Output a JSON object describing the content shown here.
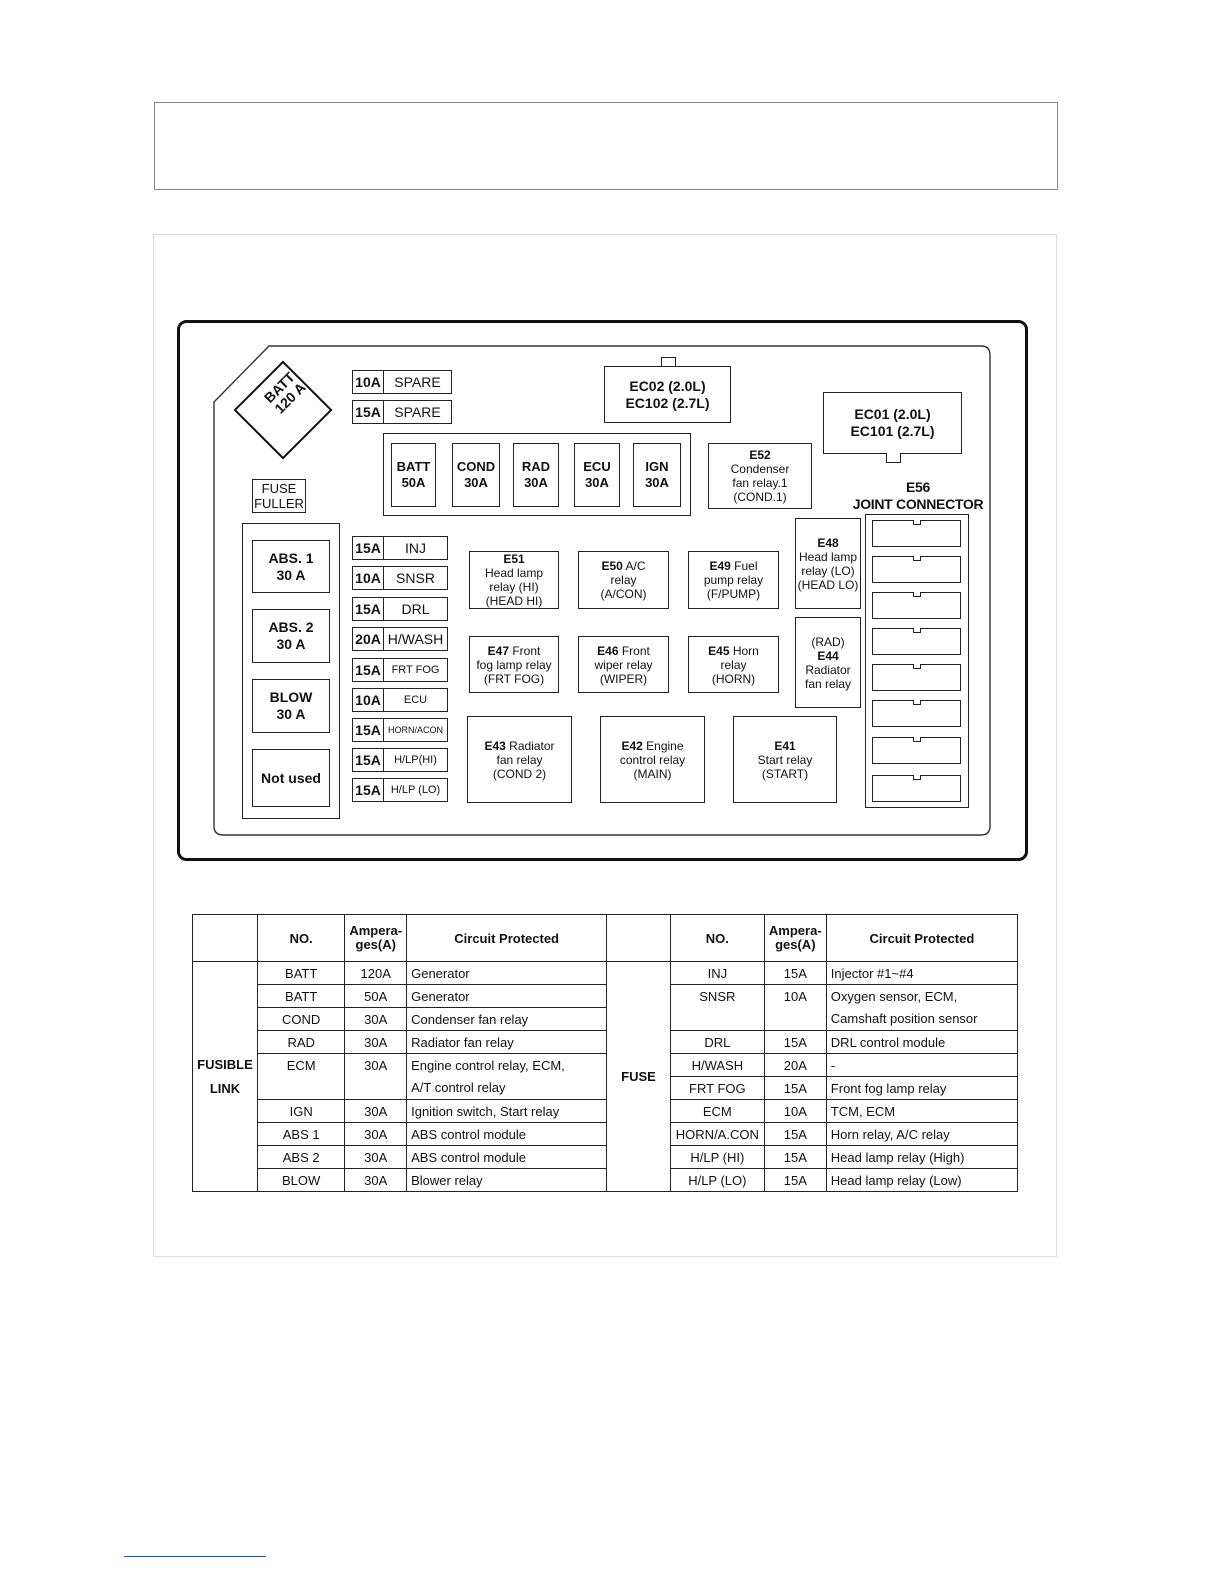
{
  "diagram": {
    "batt_fusible": "BATT\n120 A",
    "fuse_puller": "FUSE\nFULLER",
    "connectors": {
      "ec02": "EC02 (2.0L)\nEC102 (2.7L)",
      "ec01": "EC01 (2.0L)\nEC101 (2.7L)",
      "e56_title": "E56\nJOINT CONNECTOR"
    },
    "top_fuses": [
      {
        "amp": "10A",
        "name": "SPARE"
      },
      {
        "amp": "15A",
        "name": "SPARE"
      }
    ],
    "links_row": [
      {
        "label": "BATT\n50A"
      },
      {
        "label": "COND\n30A"
      },
      {
        "label": "RAD\n30A"
      },
      {
        "label": "ECU\n30A"
      },
      {
        "label": "IGN\n30A"
      }
    ],
    "left_links": [
      {
        "label": "ABS. 1\n30 A"
      },
      {
        "label": "ABS. 2\n30 A"
      },
      {
        "label": "BLOW\n30 A"
      },
      {
        "label": "Not used"
      }
    ],
    "fuses": [
      {
        "amp": "15A",
        "name": "INJ"
      },
      {
        "amp": "10A",
        "name": "SNSR"
      },
      {
        "amp": "15A",
        "name": "DRL"
      },
      {
        "amp": "20A",
        "name": "H/WASH"
      },
      {
        "amp": "15A",
        "name": "FRT FOG"
      },
      {
        "amp": "10A",
        "name": "ECU"
      },
      {
        "amp": "15A",
        "name": "HORN/ACON"
      },
      {
        "amp": "15A",
        "name": "H/LP(HI)"
      },
      {
        "amp": "15A",
        "name": "H/LP (LO)"
      }
    ],
    "relays": {
      "e52": {
        "code": "E52",
        "text": "Condenser\nfan relay.1\n(COND.1)"
      },
      "e51": {
        "code": "E51",
        "text": "Head lamp\nrelay (HI)\n(HEAD HI)"
      },
      "e50": {
        "code": "E50",
        "text": " A/C\nrelay\n(A/CON)"
      },
      "e49": {
        "code": "E49",
        "text": " Fuel\npump relay\n(F/PUMP)"
      },
      "e48": {
        "code": "E48",
        "text": "Head lamp\nrelay (LO)\n(HEAD LO)"
      },
      "e47": {
        "code": "E47",
        "text": " Front\nfog lamp relay\n(FRT FOG)"
      },
      "e46": {
        "code": "E46",
        "text": " Front\nwiper relay\n(WIPER)"
      },
      "e45": {
        "code": "E45",
        "text": " Horn\nrelay\n(HORN)"
      },
      "e44": {
        "pre": "(RAD)",
        "code": "E44",
        "text": "Radiator\nfan relay"
      },
      "e43": {
        "code": "E43",
        "text": " Radiator\nfan relay\n(COND 2)"
      },
      "e42": {
        "code": "E42",
        "text": " Engine\ncontrol relay\n(MAIN)"
      },
      "e41": {
        "code": "E41",
        "text": "Start relay\n(START)"
      }
    }
  },
  "table": {
    "headers": {
      "no": "NO.",
      "amp": "Ampera-\nges(A)",
      "circuit": "Circuit Protected"
    },
    "left_group": "FUSIBLE\nLINK",
    "right_group": "FUSE",
    "left_rows": [
      {
        "no": "BATT",
        "amp": "120A",
        "circuit": "Generator"
      },
      {
        "no": "BATT",
        "amp": "50A",
        "circuit": "Generator"
      },
      {
        "no": "COND",
        "amp": "30A",
        "circuit": "Condenser fan relay"
      },
      {
        "no": "RAD",
        "amp": "30A",
        "circuit": "Radiator fan relay"
      },
      {
        "no": "ECM",
        "amp": "30A",
        "circuit": "Engine control relay, ECM,",
        "circuit2": "A/T control relay"
      },
      {
        "no": "IGN",
        "amp": "30A",
        "circuit": "Ignition switch, Start relay"
      },
      {
        "no": "ABS 1",
        "amp": "30A",
        "circuit": "ABS control module"
      },
      {
        "no": "ABS 2",
        "amp": "30A",
        "circuit": "ABS control module"
      },
      {
        "no": "BLOW",
        "amp": "30A",
        "circuit": "Blower relay"
      }
    ],
    "right_rows": [
      {
        "no": "INJ",
        "amp": "15A",
        "circuit": "Injector #1~#4"
      },
      {
        "no": "SNSR",
        "amp": "10A",
        "circuit": "Oxygen sensor, ECM,",
        "circuit2": "Camshaft position sensor"
      },
      {
        "no": "DRL",
        "amp": "15A",
        "circuit": "DRL control module"
      },
      {
        "no": "H/WASH",
        "amp": "20A",
        "circuit": "-"
      },
      {
        "no": "FRT FOG",
        "amp": "15A",
        "circuit": "Front fog lamp relay"
      },
      {
        "no": "ECM",
        "amp": "10A",
        "circuit": "TCM, ECM"
      },
      {
        "no": "HORN/A.CON",
        "amp": "15A",
        "circuit": "Horn relay, A/C relay"
      },
      {
        "no": "H/LP (HI)",
        "amp": "15A",
        "circuit": "Head lamp relay (High)"
      },
      {
        "no": "H/LP (LO)",
        "amp": "15A",
        "circuit": "Head lamp relay (Low)"
      }
    ]
  }
}
